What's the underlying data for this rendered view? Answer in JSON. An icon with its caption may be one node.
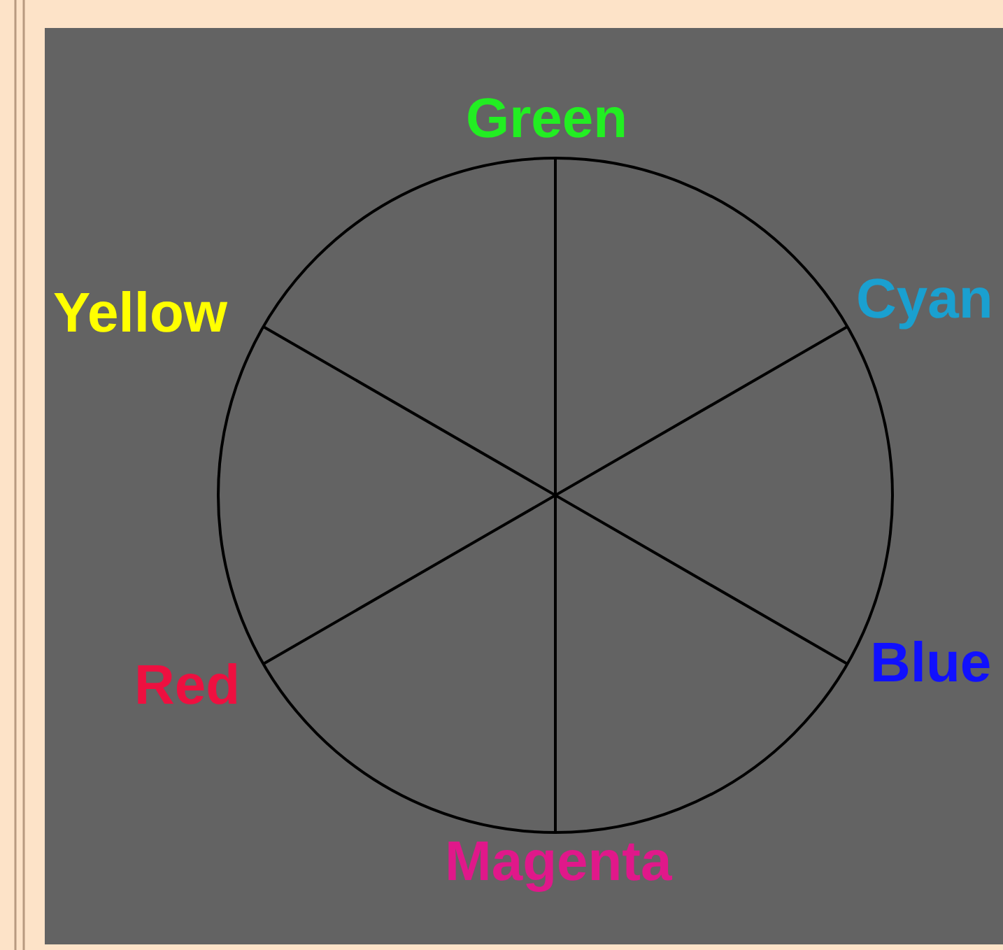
{
  "diagram": {
    "labels": [
      "Green",
      "Yellow",
      "Cyan",
      "Red",
      "Blue",
      "Magenta"
    ]
  }
}
